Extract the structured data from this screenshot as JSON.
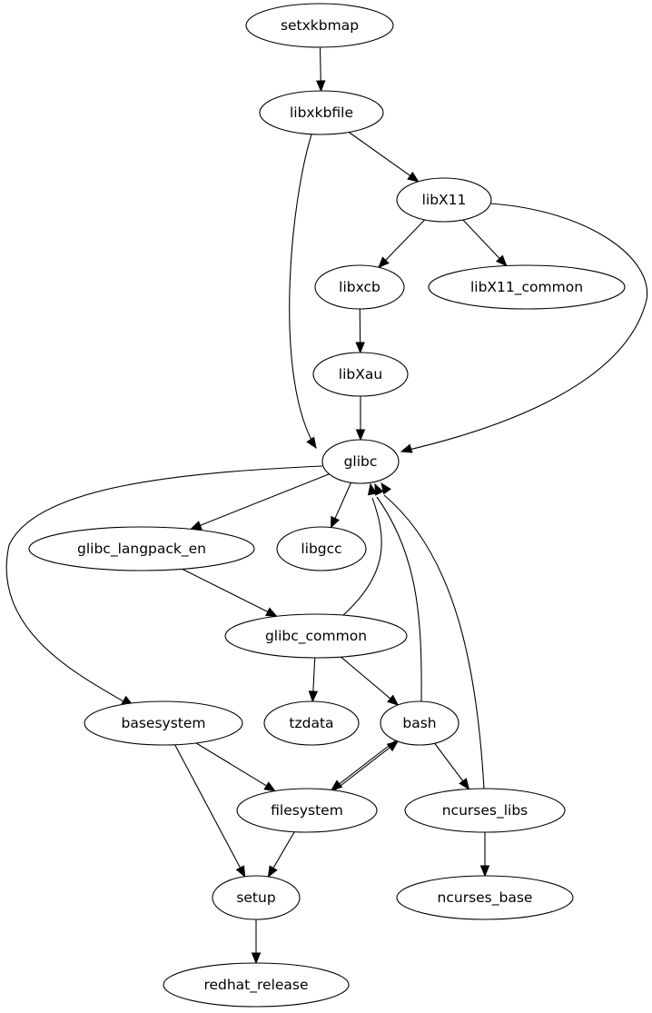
{
  "diagram": {
    "type": "directed-graph",
    "title": "setxkbmap dependency graph",
    "nodes": [
      {
        "id": "setxkbmap",
        "label": "setxkbmap"
      },
      {
        "id": "libxkbfile",
        "label": "libxkbfile"
      },
      {
        "id": "libX11",
        "label": "libX11"
      },
      {
        "id": "libxcb",
        "label": "libxcb"
      },
      {
        "id": "libX11_common",
        "label": "libX11_common"
      },
      {
        "id": "libXau",
        "label": "libXau"
      },
      {
        "id": "glibc",
        "label": "glibc"
      },
      {
        "id": "glibc_langpack_en",
        "label": "glibc_langpack_en"
      },
      {
        "id": "libgcc",
        "label": "libgcc"
      },
      {
        "id": "glibc_common",
        "label": "glibc_common"
      },
      {
        "id": "basesystem",
        "label": "basesystem"
      },
      {
        "id": "tzdata",
        "label": "tzdata"
      },
      {
        "id": "bash",
        "label": "bash"
      },
      {
        "id": "filesystem",
        "label": "filesystem"
      },
      {
        "id": "ncurses_libs",
        "label": "ncurses_libs"
      },
      {
        "id": "setup",
        "label": "setup"
      },
      {
        "id": "ncurses_base",
        "label": "ncurses_base"
      },
      {
        "id": "redhat_release",
        "label": "redhat_release"
      }
    ],
    "edges": [
      {
        "from": "setxkbmap",
        "to": "libxkbfile"
      },
      {
        "from": "libxkbfile",
        "to": "libX11"
      },
      {
        "from": "libxkbfile",
        "to": "glibc"
      },
      {
        "from": "libX11",
        "to": "libxcb"
      },
      {
        "from": "libX11",
        "to": "libX11_common"
      },
      {
        "from": "libX11",
        "to": "glibc"
      },
      {
        "from": "libxcb",
        "to": "libXau"
      },
      {
        "from": "libXau",
        "to": "glibc"
      },
      {
        "from": "glibc",
        "to": "glibc_langpack_en"
      },
      {
        "from": "glibc",
        "to": "libgcc"
      },
      {
        "from": "glibc",
        "to": "basesystem"
      },
      {
        "from": "glibc_langpack_en",
        "to": "glibc_common"
      },
      {
        "from": "glibc_common",
        "to": "glibc"
      },
      {
        "from": "glibc_common",
        "to": "tzdata"
      },
      {
        "from": "glibc_common",
        "to": "bash"
      },
      {
        "from": "bash",
        "to": "glibc"
      },
      {
        "from": "bash",
        "to": "filesystem"
      },
      {
        "from": "bash",
        "to": "ncurses_libs"
      },
      {
        "from": "filesystem",
        "to": "bash"
      },
      {
        "from": "ncurses_libs",
        "to": "glibc"
      },
      {
        "from": "ncurses_libs",
        "to": "ncurses_base"
      },
      {
        "from": "basesystem",
        "to": "filesystem"
      },
      {
        "from": "basesystem",
        "to": "setup"
      },
      {
        "from": "filesystem",
        "to": "setup"
      },
      {
        "from": "setup",
        "to": "redhat_release"
      }
    ]
  }
}
